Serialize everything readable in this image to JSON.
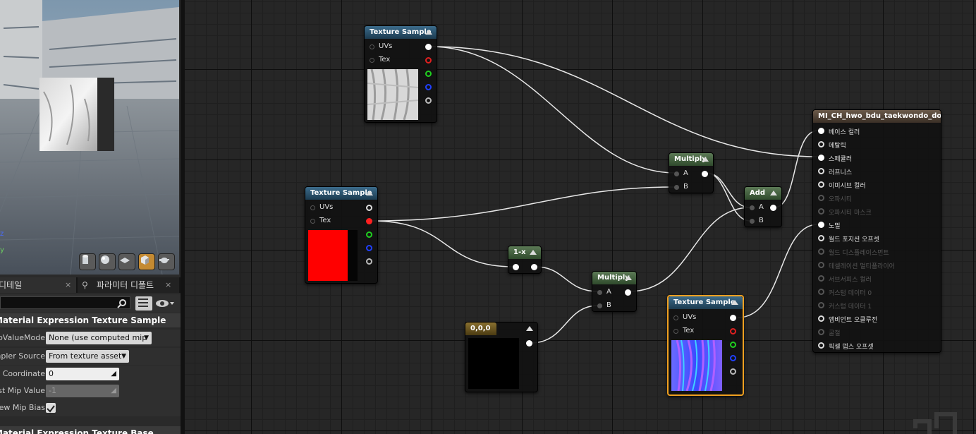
{
  "viewport": {
    "axis": {
      "z": "z",
      "y": "y"
    },
    "buttons": [
      {
        "name": "cylinder-preview-button",
        "icon": "cylinder-icon",
        "active": false
      },
      {
        "name": "sphere-preview-button",
        "icon": "sphere-icon",
        "active": false
      },
      {
        "name": "plane-preview-button",
        "icon": "plane-icon",
        "active": false
      },
      {
        "name": "cube-preview-button",
        "icon": "cube-icon",
        "active": true
      },
      {
        "name": "custom-mesh-preview-button",
        "icon": "teapot-icon",
        "active": false
      }
    ]
  },
  "details": {
    "tabs": [
      {
        "label": "디테일",
        "icon": "details-icon"
      },
      {
        "label": "파라미터 디폴트",
        "icon": "magnifier-icon"
      }
    ],
    "close_glyph": "×",
    "search_placeholder": "",
    "section_title": "Material Expression Texture Sample",
    "properties": {
      "mip_value_mode": {
        "label": "MipValueMode",
        "value": "None (use computed mip"
      },
      "sampler_source": {
        "label": "Sampler Source",
        "value": "From texture asset"
      },
      "const_coordinate": {
        "label": "Const Coordinate",
        "value": "0"
      },
      "const_mip_value": {
        "label": "Const Mip Value",
        "value": "-1"
      },
      "automatic_view": {
        "label": "Automatic View Mip Bias",
        "checked": true
      }
    },
    "section2_title": "Material Expression Texture Base"
  },
  "graph": {
    "nodes": {
      "ts1": {
        "title": "Texture Sample",
        "uvs": "UVs",
        "tex": "Tex"
      },
      "ts2": {
        "title": "Texture Sample",
        "uvs": "UVs",
        "tex": "Tex"
      },
      "ts3": {
        "title": "Texture Sample",
        "uvs": "UVs",
        "tex": "Tex"
      },
      "multiply1": {
        "title": "Multiply",
        "a": "A",
        "b": "B"
      },
      "multiply2": {
        "title": "Multiply",
        "a": "A",
        "b": "B"
      },
      "add": {
        "title": "Add",
        "a": "A",
        "b": "B"
      },
      "one_minus": {
        "title": "1-x"
      },
      "constant": {
        "title": "0,0,0"
      }
    },
    "material": {
      "title": "MI_CH_hwo_bdu_taekwondo_dougi",
      "pins": [
        {
          "label": "베이스 컬러",
          "state": "connected"
        },
        {
          "label": "메탈릭",
          "state": "open"
        },
        {
          "label": "스페큘러",
          "state": "connected"
        },
        {
          "label": "러프니스",
          "state": "open"
        },
        {
          "label": "이미시브 컬러",
          "state": "open"
        },
        {
          "label": "오파시티",
          "state": "disabled"
        },
        {
          "label": "오파시티 마스크",
          "state": "disabled"
        },
        {
          "label": "노멀",
          "state": "connected"
        },
        {
          "label": "월드 포지션 오프셋",
          "state": "open"
        },
        {
          "label": "월드 디스플레이스먼트",
          "state": "disabled"
        },
        {
          "label": "테셀레이션 멀티플라이어",
          "state": "disabled"
        },
        {
          "label": "서브서피스 컬러",
          "state": "disabled"
        },
        {
          "label": "커스텀 데이터 0",
          "state": "disabled"
        },
        {
          "label": "커스텀 데이터 1",
          "state": "disabled"
        },
        {
          "label": "앰비언트 오클루전",
          "state": "open"
        },
        {
          "label": "굴절",
          "state": "disabled"
        },
        {
          "label": "픽셀 뎁스 오프셋",
          "state": "open"
        }
      ]
    },
    "colors": {
      "red_texture": "#ff0000",
      "selected_border": "#f0a020"
    }
  }
}
